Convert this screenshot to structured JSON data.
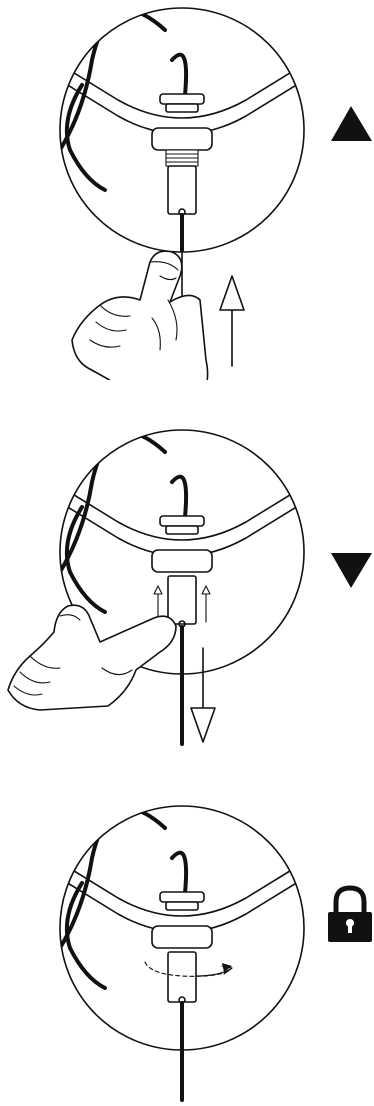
{
  "diagram": {
    "steps": [
      {
        "action": "up-arrow-icon",
        "symbol": "triangle-up"
      },
      {
        "action": "down-arrow-icon",
        "symbol": "triangle-down"
      },
      {
        "action": "lock-icon",
        "symbol": "padlock"
      }
    ],
    "colors": {
      "line": "#111111",
      "background": "#ffffff"
    }
  }
}
